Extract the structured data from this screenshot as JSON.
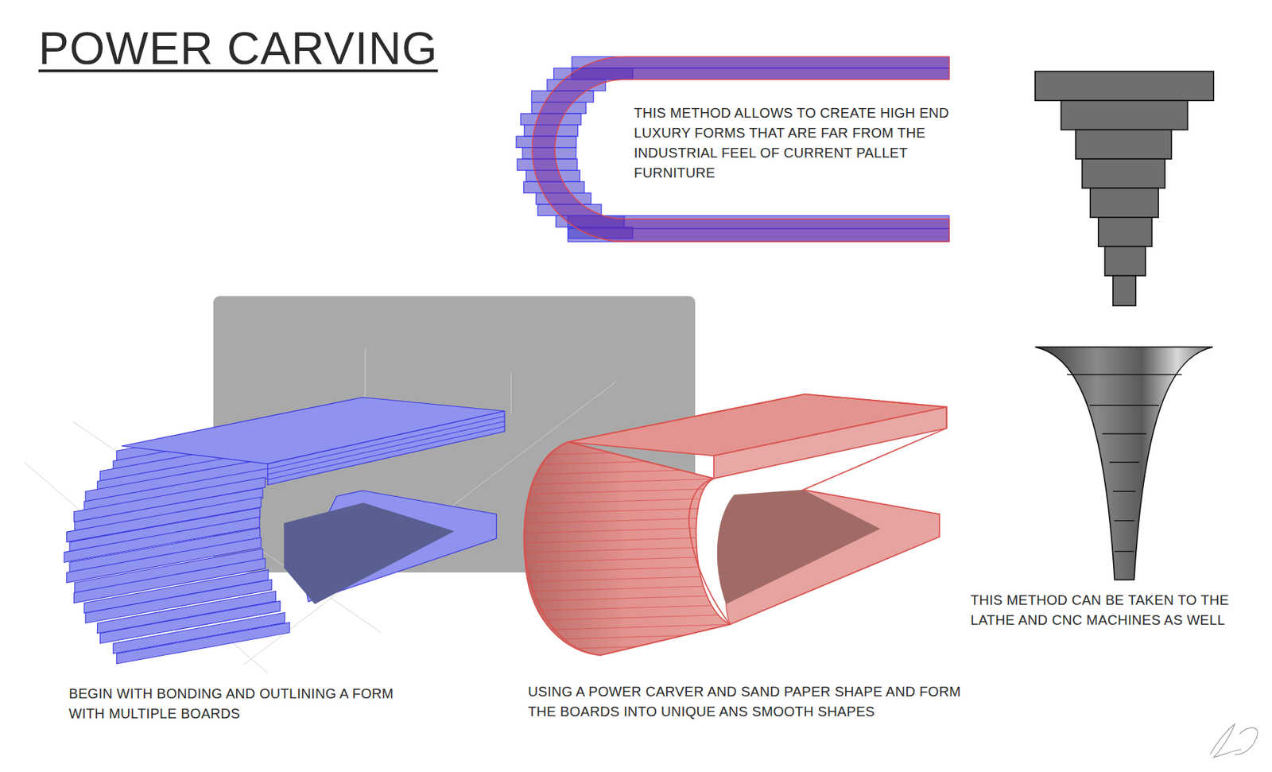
{
  "diagram": {
    "title": "POWER CARVING",
    "labels": [
      "THIS METHOD ALLOWS TO CREATE HIGH END LUXURY FORMS THAT ARE FAR FROM THE INDUSTRIAL FEEL OF CURRENT PALLET FURNITURE",
      "THIS METHOD CAN BE TAKEN TO THE LATHE AND CNC MACHINES AS WELL",
      "BEGIN WITH BONDING AND OUTLINING A FORM WITH MULTIPLE BOARDS",
      "USING A POWER CARVER AND SAND PAPER SHAPE AND FORM THE BOARDS INTO UNIQUE ANS SMOOTH SHAPES"
    ]
  }
}
